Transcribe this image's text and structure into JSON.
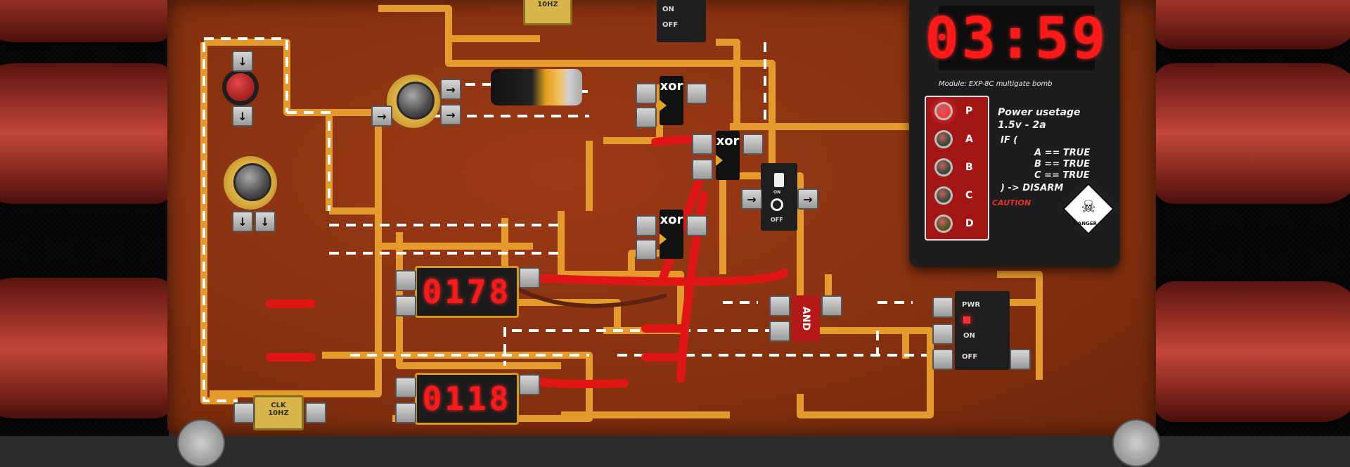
{
  "game": {
    "timer": "03:59",
    "module_label": "Module: EXP-8C multigate bomb",
    "power_usage": "Power usetage",
    "power_spec": "1.5v - 2a",
    "condition": {
      "if": "IF (",
      "a": "A == TRUE",
      "b": "B == TRUE",
      "c": "C == TRUE",
      "end": ") -> DISARM"
    },
    "caution": "CAUTION",
    "danger": "DANGER",
    "leds": [
      {
        "letter": "P",
        "color": "#ff3b3b"
      },
      {
        "letter": "A",
        "color": "#3b4a38"
      },
      {
        "letter": "B",
        "color": "#3b4a38"
      },
      {
        "letter": "C",
        "color": "#3b4a38"
      },
      {
        "letter": "D",
        "color": "#58541e"
      }
    ],
    "counter_top": "0178",
    "counter_bottom": "0118",
    "gates": {
      "xor1": "xor",
      "xor2": "xor",
      "xor3": "xor",
      "and": "AND"
    },
    "switch_top": {
      "on": "ON",
      "off": "OFF"
    },
    "switch_mid": {
      "on": "ON",
      "off": "OFF"
    },
    "switch_pwr": {
      "pwr": "PWR",
      "on": "ON",
      "off": "OFF"
    },
    "clock_top": "10HZ",
    "clock_bottom": {
      "line1": "CLK",
      "line2": "10HZ"
    },
    "arrow": "→",
    "arrow_down": "↓"
  }
}
